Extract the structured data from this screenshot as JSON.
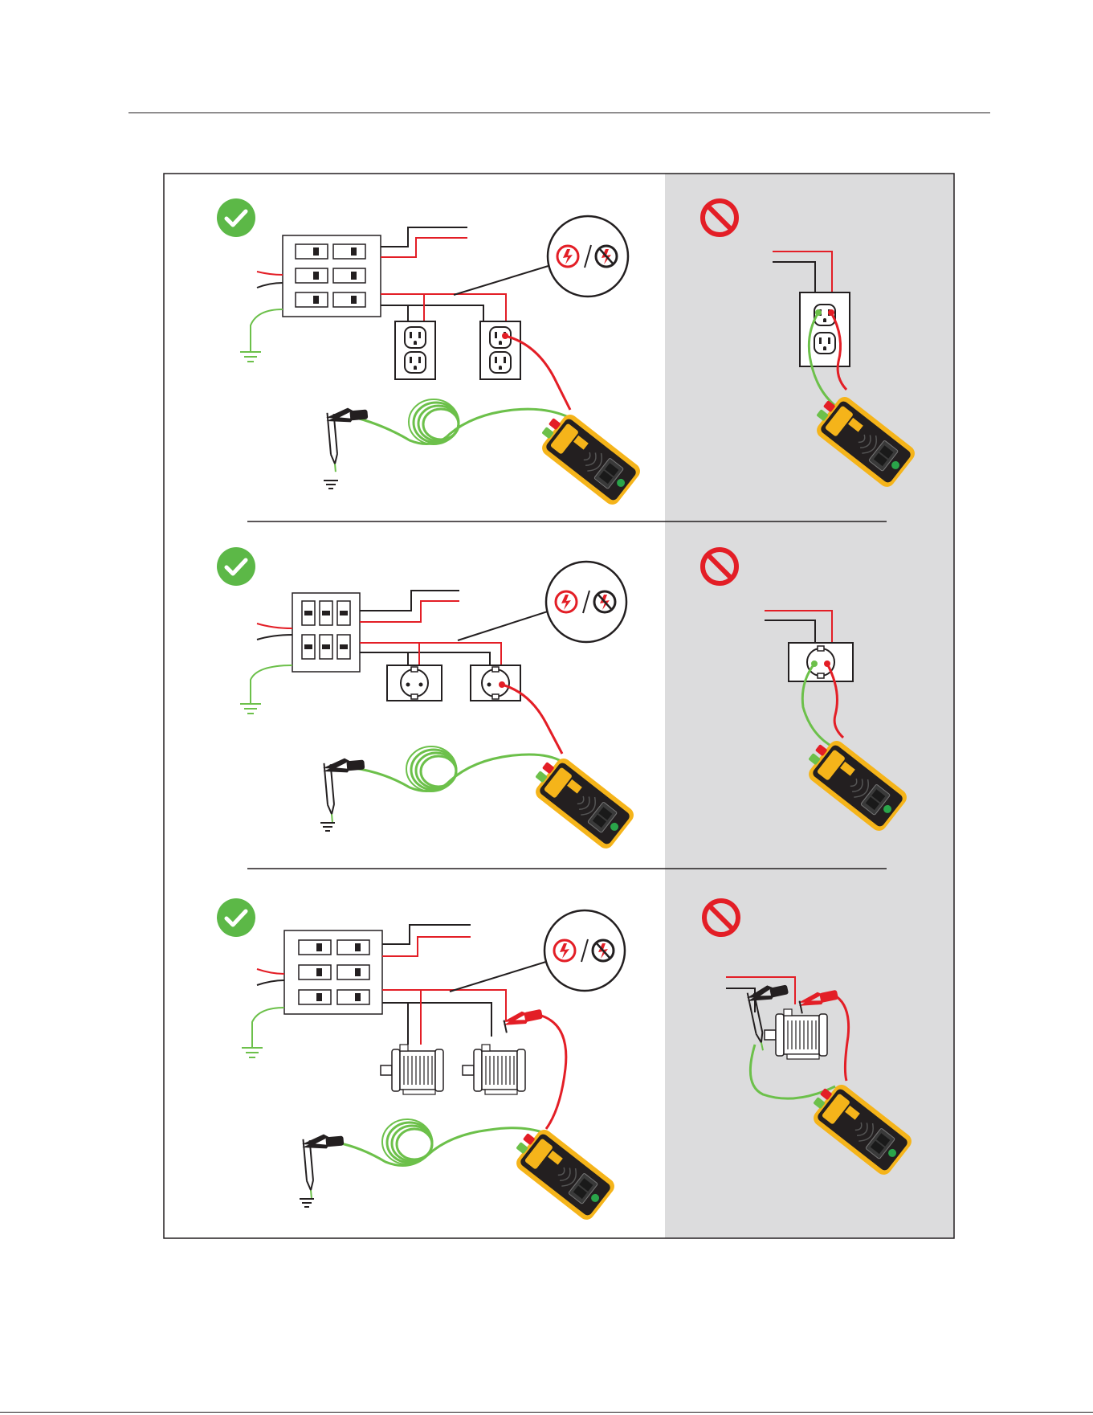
{
  "figure": {
    "rows": [
      {
        "kind": "us-outlet",
        "correct_icon": "check-icon",
        "incorrect_icon": "prohibited-icon"
      },
      {
        "kind": "schuko-outlet",
        "correct_icon": "check-icon",
        "incorrect_icon": "prohibited-icon"
      },
      {
        "kind": "motor",
        "correct_icon": "check-icon",
        "incorrect_icon": "prohibited-icon"
      }
    ]
  },
  "colors": {
    "live": "#e31e26",
    "neutral": "#231f20",
    "ground": "#6cc04a",
    "ok": "#5cb847",
    "stop": "#e31e26",
    "tester": "#f5b41a",
    "panel_bg": "#dcdcdd"
  }
}
